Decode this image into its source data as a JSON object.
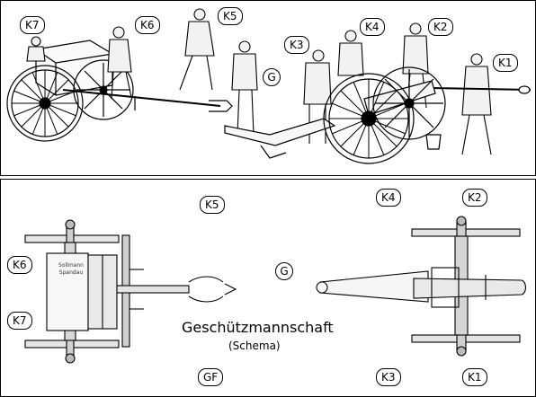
{
  "diagram": {
    "title": "Geschützmannschaft",
    "subtitle": "(Schema)",
    "limber_chest_lettering": "Sollmann Spandau",
    "top_labels": {
      "k7": "K7",
      "k6": "K6",
      "k5": "K5",
      "g": "G",
      "k3": "K3",
      "k4": "K4",
      "k2": "K2",
      "k1": "K1"
    },
    "bottom_labels": {
      "k5": "K5",
      "k4": "K4",
      "k2": "K2",
      "k6": "K6",
      "g": "G",
      "k7": "K7",
      "gf": "GF",
      "k3": "K3",
      "k1": "K1"
    }
  }
}
